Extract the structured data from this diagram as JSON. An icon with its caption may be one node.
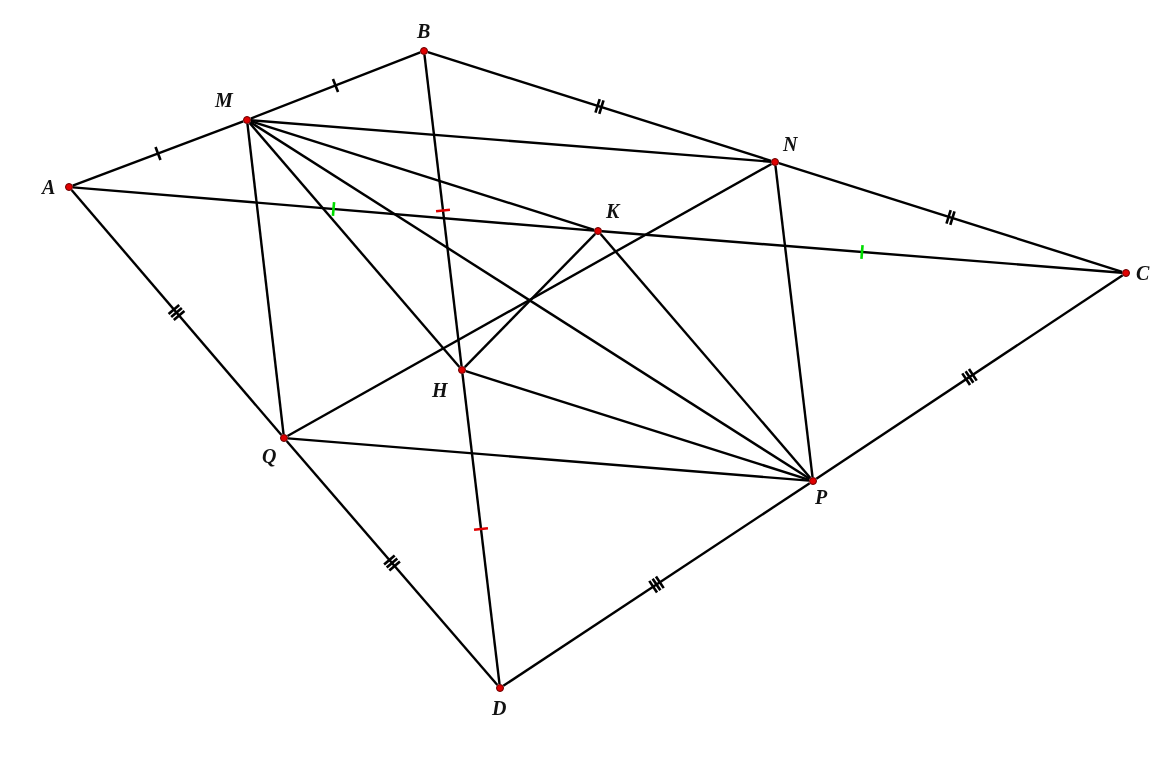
{
  "diagram": {
    "nodes": [
      {
        "text": [],
        "shape": "circle",
        "beside": [
          "B"
        ]
      },
      {
        "text": [],
        "shape": "circle",
        "beside": [
          "M"
        ]
      },
      {
        "text": [],
        "shape": "circle",
        "beside": [
          "N"
        ]
      },
      {
        "text": [],
        "shape": "circle",
        "beside": [
          "A"
        ]
      },
      {
        "text": [],
        "shape": "circle",
        "beside": [
          "K"
        ]
      },
      {
        "text": [],
        "shape": "circle",
        "beside": [
          "C"
        ]
      },
      {
        "text": [],
        "shape": "circle",
        "beside": [
          "H"
        ]
      },
      {
        "text": [],
        "shape": "circle",
        "beside": [
          "Q"
        ]
      },
      {
        "text": [],
        "shape": "circle",
        "beside": [
          "P"
        ]
      },
      {
        "text": [],
        "shape": "circle",
        "beside": [
          "D"
        ]
      }
    ],
    "edges": [
      {
        "from": 3,
        "to": 1,
        "arrow": "none"
      },
      {
        "from": 1,
        "to": 0,
        "arrow": "none"
      },
      {
        "from": 0,
        "to": 2,
        "arrow": "none"
      },
      {
        "from": 2,
        "to": 5,
        "arrow": "none"
      },
      {
        "from": 5,
        "to": 8,
        "arrow": "none"
      },
      {
        "from": 8,
        "to": 9,
        "arrow": "none"
      },
      {
        "from": 9,
        "to": 7,
        "arrow": "none"
      },
      {
        "from": 7,
        "to": 3,
        "arrow": "none"
      },
      {
        "from": 3,
        "to": 4,
        "arrow": "none"
      },
      {
        "from": 4,
        "to": 5,
        "arrow": "none"
      },
      {
        "from": 0,
        "to": 6,
        "arrow": "none"
      },
      {
        "from": 6,
        "to": 9,
        "arrow": "none"
      },
      {
        "from": 1,
        "to": 2,
        "arrow": "none"
      },
      {
        "from": 1,
        "to": 4,
        "arrow": "none"
      },
      {
        "from": 1,
        "to": 6,
        "arrow": "none"
      },
      {
        "from": 1,
        "to": 8,
        "arrow": "none"
      },
      {
        "from": 1,
        "to": 7,
        "arrow": "none"
      },
      {
        "from": 2,
        "to": 7,
        "arrow": "none"
      },
      {
        "from": 2,
        "to": 8,
        "arrow": "none"
      },
      {
        "from": 4,
        "to": 6,
        "arrow": "none"
      },
      {
        "from": 4,
        "to": 8,
        "arrow": "none"
      },
      {
        "from": 6,
        "to": 8,
        "arrow": "none"
      },
      {
        "from": 7,
        "to": 8,
        "arrow": "none"
      }
    ]
  }
}
